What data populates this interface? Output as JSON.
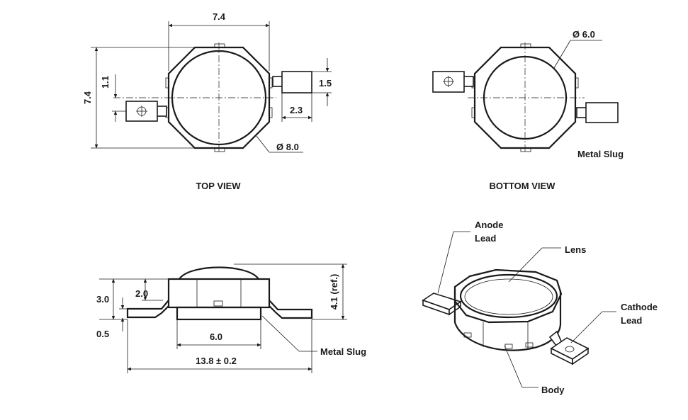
{
  "top_view": {
    "caption": "TOP VIEW",
    "dim_width": "7.4",
    "dim_height": "7.4",
    "dim_offset": "1.1",
    "dim_lead_width": "1.5",
    "dim_lead_length": "2.3",
    "dim_diameter": "Ø 8.0"
  },
  "bottom_view": {
    "caption": "BOTTOM VIEW",
    "dim_diameter": "Ø 6.0",
    "label_slug": "Metal Slug"
  },
  "side_view": {
    "dim_height_total": "3.0",
    "dim_body_height": "2.0",
    "dim_lead_thickness": "0.5",
    "dim_ref_height": "4.1 (ref.)",
    "dim_slug_width": "6.0",
    "dim_overall_length": "13.8 ± 0.2",
    "label_slug": "Metal Slug"
  },
  "iso_view": {
    "label_anode_line1": "Anode",
    "label_anode_line2": "Lead",
    "label_lens": "Lens",
    "label_cathode_line1": "Cathode",
    "label_cathode_line2": "Lead",
    "label_body": "Body"
  }
}
